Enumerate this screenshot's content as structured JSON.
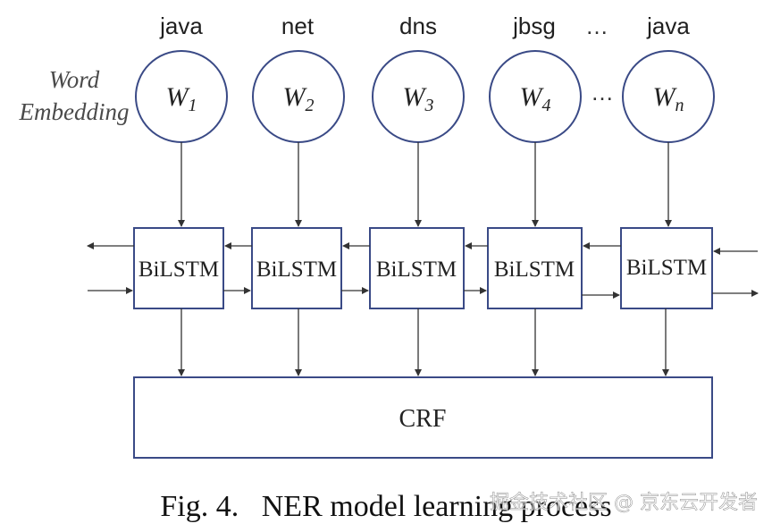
{
  "tokens": [
    "java",
    "net",
    "dns",
    "jbsg",
    "…",
    "java"
  ],
  "embedding_label": {
    "line1": "Word",
    "line2": "Embedding"
  },
  "embeddings": [
    {
      "letter": "W",
      "sub": "1"
    },
    {
      "letter": "W",
      "sub": "2"
    },
    {
      "letter": "W",
      "sub": "3"
    },
    {
      "letter": "W",
      "sub": "4"
    },
    {
      "letter": "W",
      "sub": "n"
    }
  ],
  "embedding_ellipsis": "…",
  "lstm_label": "BiLSTM",
  "crf_label": "CRF",
  "caption": "Fig. 4.   NER model learning process",
  "watermark": "掘金技术社区 @ 京东云开发者",
  "colors": {
    "shape_stroke": "#3a4a86",
    "arrow": "#333333"
  },
  "icons": [
    "arrow-right",
    "arrow-left",
    "arrow-down"
  ]
}
